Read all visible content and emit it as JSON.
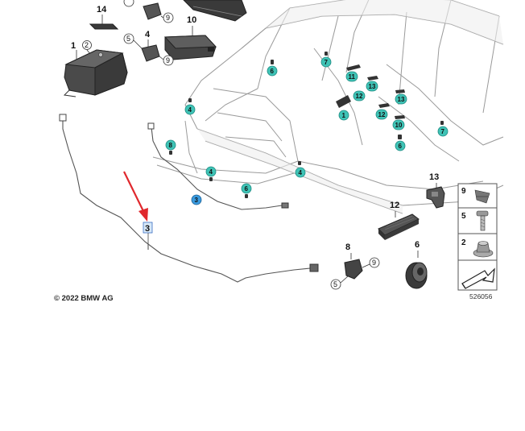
{
  "copyright": "© 2022 BMW AG",
  "diagram_number": "526056",
  "part_labels": {
    "p14": "14",
    "p10": "10",
    "p1": "1",
    "p2": "2",
    "p4": "4",
    "p5a": "5",
    "p9a": "9",
    "p9b": "9",
    "p13": "13",
    "p12": "12",
    "p8": "8",
    "p6": "6",
    "p5b": "5",
    "p9c": "9",
    "p3_highlight": "3"
  },
  "markers": [
    {
      "id": "m7a",
      "label": "7"
    },
    {
      "id": "m6a",
      "label": "6"
    },
    {
      "id": "m11",
      "label": "11"
    },
    {
      "id": "m13a",
      "label": "13"
    },
    {
      "id": "m12a",
      "label": "12"
    },
    {
      "id": "m13b",
      "label": "13"
    },
    {
      "id": "m4a",
      "label": "4"
    },
    {
      "id": "m1",
      "label": "1"
    },
    {
      "id": "m12b",
      "label": "12"
    },
    {
      "id": "m10",
      "label": "10"
    },
    {
      "id": "m7b",
      "label": "7"
    },
    {
      "id": "m6b",
      "label": "6"
    },
    {
      "id": "m8",
      "label": "8"
    },
    {
      "id": "m4b",
      "label": "4"
    },
    {
      "id": "m4c",
      "label": "4"
    },
    {
      "id": "m3",
      "label": "3"
    },
    {
      "id": "m6c",
      "label": "6"
    }
  ],
  "legend": [
    {
      "label": "9"
    },
    {
      "label": "5"
    },
    {
      "label": "2"
    }
  ],
  "colors": {
    "marker_teal": "#3fc3b6",
    "marker_blue": "#3a9be0",
    "highlight_fill": "#d7e8f8",
    "arrow_red": "#e0282d"
  }
}
